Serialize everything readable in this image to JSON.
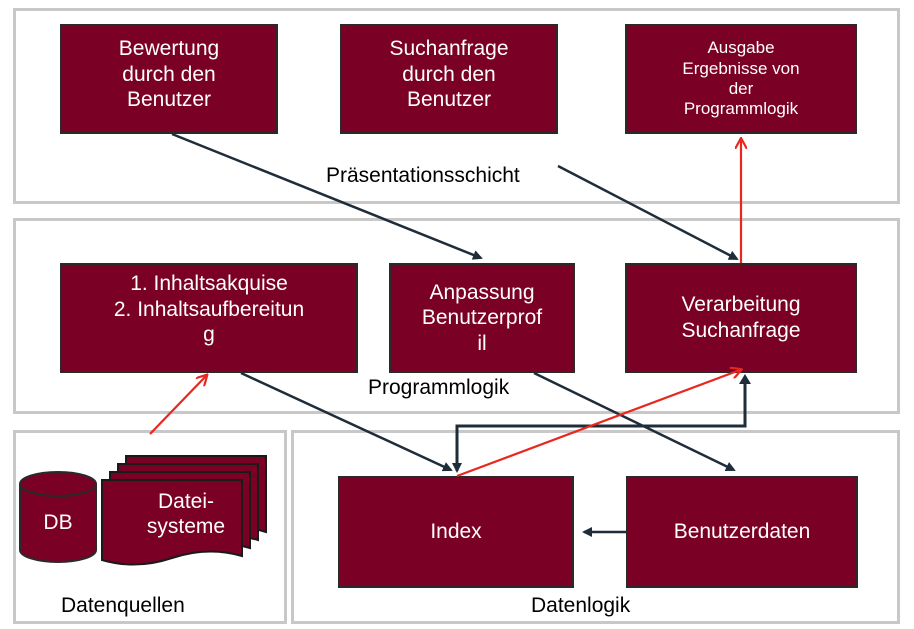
{
  "colors": {
    "box_fill": "#7a0026",
    "box_border": "#2a2a2a",
    "layer_border": "#c8c8c8",
    "arrow_dark": "#1f2d3a",
    "arrow_red": "#e8271e"
  },
  "layers": {
    "presentation": {
      "label": "Präsentationsschicht"
    },
    "logic": {
      "label": "Programmlogik"
    },
    "sources": {
      "label": "Datenquellen"
    },
    "data": {
      "label": "Datenlogik"
    }
  },
  "boxes": {
    "rating": {
      "lines": [
        "Bewertung",
        "durch den",
        "Benutzer"
      ]
    },
    "query": {
      "lines": [
        "Suchanfrage",
        "durch den",
        "Benutzer"
      ]
    },
    "output": {
      "lines": [
        "Ausgabe",
        "Ergebnisse von",
        "der",
        "Programmlogik"
      ]
    },
    "acquisition": {
      "items": [
        "1.   Inhaltsakquise",
        "2.   Inhaltsaufbereitun",
        "g"
      ]
    },
    "profile": {
      "lines": [
        "Anpassung",
        "Benutzerprof",
        "il"
      ]
    },
    "processing": {
      "lines": [
        "Verarbeitung",
        "Suchanfrage"
      ]
    },
    "index": {
      "label": "Index"
    },
    "userdata": {
      "label": "Benutzerdaten"
    }
  },
  "sources": {
    "db_label": "DB",
    "files_lines": [
      "Datei-",
      "systeme"
    ],
    "icons": [
      "database-cylinder-icon",
      "document-stack-icon"
    ]
  }
}
